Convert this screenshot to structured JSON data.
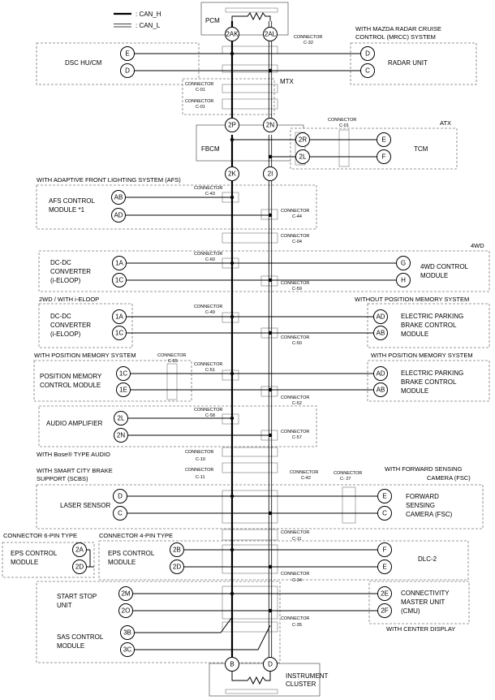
{
  "legend": {
    "can_h": ": CAN_H",
    "can_l": ": CAN_L"
  },
  "pcm": {
    "label": "PCM",
    "pin_h": "2AK",
    "pin_l": "2AL"
  },
  "connectors": {
    "c32": [
      "CONNECTOR",
      "C-32"
    ],
    "c01a": [
      "CONNECTOR",
      "C-01"
    ],
    "c01b": [
      "CONNECTOR",
      "C-01"
    ],
    "c01c": [
      "CONNECTOR",
      "C-01"
    ],
    "c43": [
      "CONNECTOR",
      "C-43"
    ],
    "c44": [
      "CONNECTOR",
      "C-44"
    ],
    "c04": [
      "CONNECTOR",
      "C-04"
    ],
    "c60": [
      "CONNECTOR",
      "C-60"
    ],
    "c59": [
      "CONNECTOR",
      "C-59"
    ],
    "c49": [
      "CONNECTOR",
      "C-49"
    ],
    "c50": [
      "CONNECTOR",
      "C-50"
    ],
    "c55": [
      "CONNECTOR",
      "C-55"
    ],
    "c51": [
      "CONNECTOR",
      "C-51"
    ],
    "c52": [
      "CONNECTOR",
      "C-52"
    ],
    "c58": [
      "CONNECTOR",
      "C-58"
    ],
    "c57": [
      "CONNECTOR",
      "C-57"
    ],
    "c10": [
      "CONNECTOR",
      "C-10"
    ],
    "c11a": [
      "CONNECTOR",
      "C-11"
    ],
    "c42": [
      "CONNECTOR",
      "C-42"
    ],
    "c27": [
      "CONNECTOR",
      "C- 27"
    ],
    "c11b": [
      "CONNECTOR",
      "C-11"
    ],
    "c34": [
      "CONNECTOR",
      "C-34"
    ],
    "c35": [
      "CONNECTOR",
      "C-35"
    ]
  },
  "dsc": {
    "label": "DSC HU/CM",
    "pin1": "E",
    "pin2": "D"
  },
  "radar": {
    "header": [
      "WITH MAZDA RADAR CRUISE",
      "CONTROL (MRCC) SYSTEM"
    ],
    "label": "RADAR UNIT",
    "pin1": "D",
    "pin2": "C"
  },
  "mtx": "MTX",
  "fbcm": {
    "label": "FBCM",
    "pin_in_h": "2P",
    "pin_in_l": "2N",
    "pin_out_h": "2K",
    "pin_out_l": "2I"
  },
  "atx": "ATX",
  "tcm": {
    "label": "TCM",
    "pin_mid_h": "2R",
    "pin_mid_l": "2L",
    "pin1": "E",
    "pin2": "F"
  },
  "afs": {
    "header": "WITH ADAPTIVE FRONT LIGHTING SYSTEM (AFS)",
    "label": [
      "AFS CONTROL",
      "MODULE *1"
    ],
    "pin1": "AB",
    "pin2": "AD"
  },
  "fourwd_header": "4WD",
  "dcdc1": {
    "label": [
      "DC-DC",
      "CONVERTER",
      "(i-ELOOP)"
    ],
    "pin1": "1A",
    "pin2": "1C"
  },
  "fourwd": {
    "label": [
      "4WD CONTROL",
      "MODULE"
    ],
    "pin1": "G",
    "pin2": "H"
  },
  "dcdc2": {
    "header": "2WD / WITH i-ELOOP",
    "label": [
      "DC-DC",
      "CONVERTER",
      "(i-ELOOP)"
    ],
    "pin1": "1A",
    "pin2": "1C"
  },
  "epb1": {
    "header": "WITHOUT POSITION MEMORY SYSTEM",
    "label": [
      "ELECTRIC PARKING",
      "BRAKE CONTROL",
      "MODULE"
    ],
    "pin1": "AD",
    "pin2": "AB"
  },
  "posmem": {
    "header": "WITH POSITION MEMORY SYSTEM",
    "label": [
      "POSITION MEMORY",
      "CONTROL MODULE"
    ],
    "pin1": "1C",
    "pin2": "1E"
  },
  "epb2": {
    "header": "WITH POSITION MEMORY SYSTEM",
    "label": [
      "ELECTRIC PARKING",
      "BRAKE CONTROL",
      "MODULE"
    ],
    "pin1": "AD",
    "pin2": "AB"
  },
  "amp": {
    "label": "AUDIO AMPLIFIER",
    "pin1": "2L",
    "pin2": "2N",
    "footer": "WITH Bose® TYPE AUDIO"
  },
  "laser": {
    "header": [
      "WITH SMART CITY BRAKE",
      "SUPPORT (SCBS)"
    ],
    "label": "LASER SENSOR",
    "pin1": "D",
    "pin2": "C"
  },
  "fsc": {
    "header": [
      "WITH FORWARD SENSING",
      "CAMERA (FSC)"
    ],
    "label": [
      "FORWARD",
      "SENSING",
      "CAMERA (FSC)"
    ],
    "pin1": "E",
    "pin2": "C"
  },
  "eps6": {
    "header": "CONNECTOR 6-PIN TYPE",
    "label": [
      "EPS CONTROL",
      "MODULE"
    ],
    "pin1": "2A",
    "pin2": "2D"
  },
  "eps4": {
    "header": "CONNECTOR 4-PIN TYPE",
    "label": [
      "EPS CONTROL",
      "MODULE"
    ],
    "pin1": "2B",
    "pin2": "2D"
  },
  "dlc": {
    "label": "DLC-2",
    "pin1": "F",
    "pin2": "E"
  },
  "startstop": {
    "label": [
      "START STOP",
      "UNIT"
    ],
    "pin1": "2M",
    "pin2": "2O"
  },
  "sas": {
    "label": [
      "SAS CONTROL",
      "MODULE"
    ],
    "pin1": "3B",
    "pin2": "3C"
  },
  "cmu": {
    "label": [
      "CONNECTIVITY",
      "MASTER UNIT",
      "(CMU)"
    ],
    "pin1": "2E",
    "pin2": "2F",
    "footer": "WITH CENTER DISPLAY"
  },
  "cluster": {
    "label": [
      "INSTRUMENT",
      "CLUSTER"
    ],
    "pin_h": "B",
    "pin_l": "D"
  }
}
